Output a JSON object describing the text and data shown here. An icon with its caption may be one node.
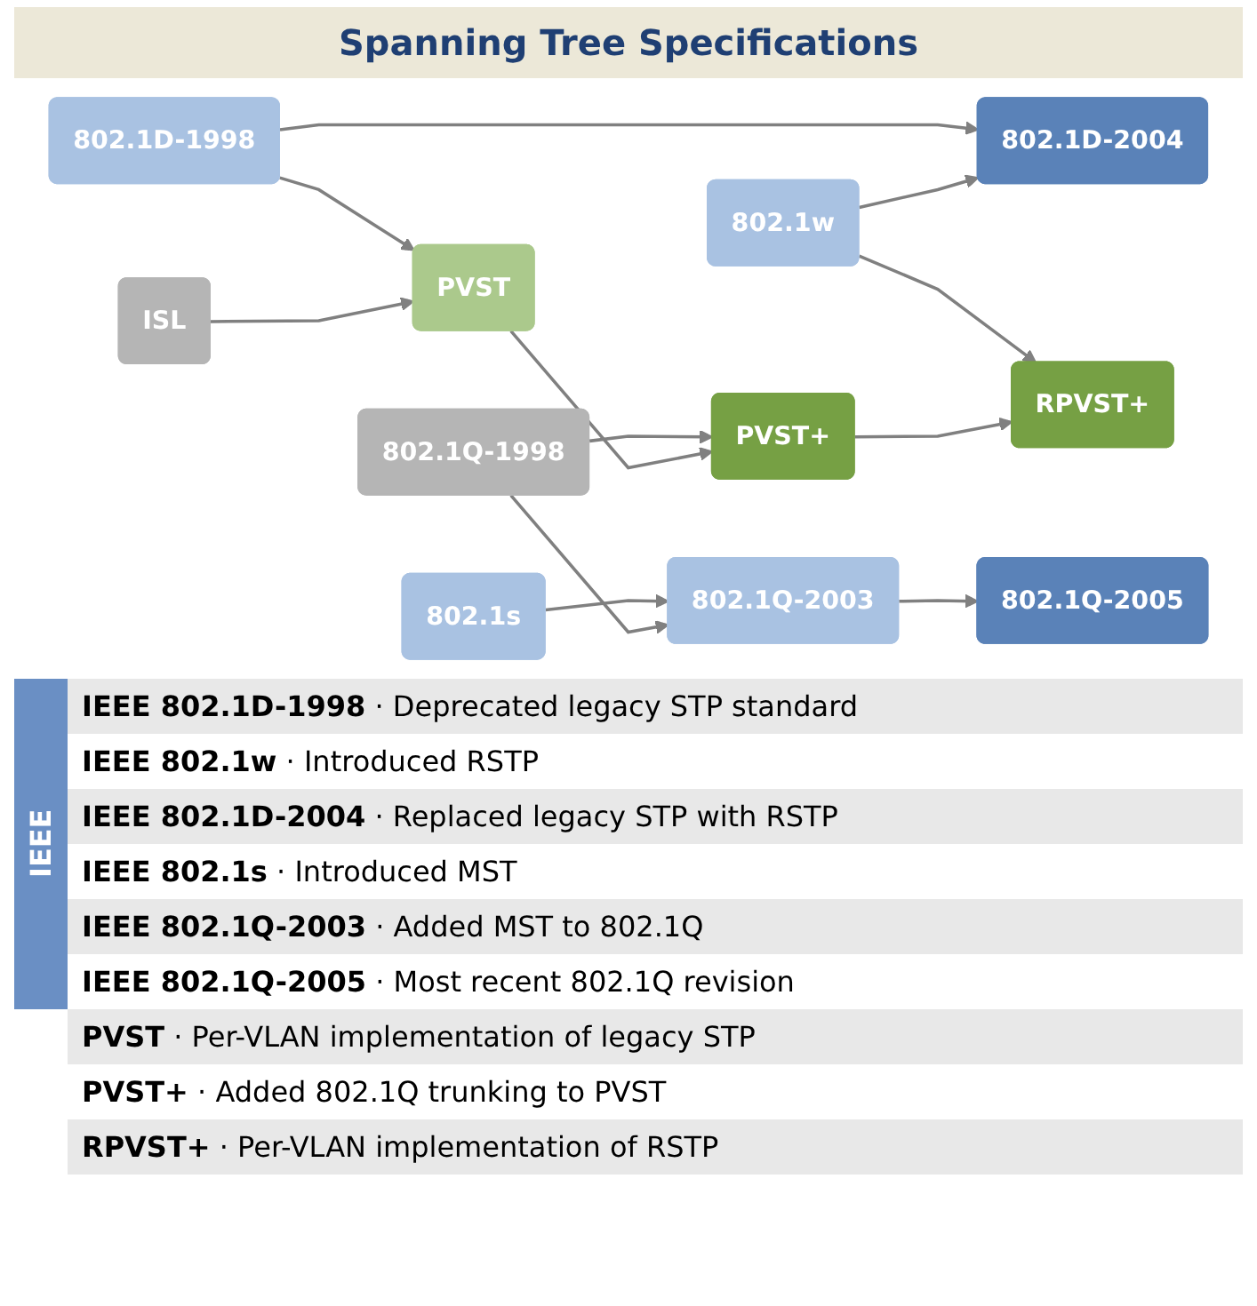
{
  "diagram": {
    "title": "Spanning Tree Specifications",
    "nodes": [
      {
        "text": [
          "802.1s"
        ]
      },
      {
        "text": [
          "802.1Q-2003"
        ]
      },
      {
        "text": [
          "802.1Q-2005"
        ]
      },
      {
        "text": [
          "802.1D-1998"
        ]
      },
      {
        "text": [
          "802.1D-2004"
        ]
      },
      {
        "text": [
          "802.1Q-1998"
        ]
      },
      {
        "text": [
          "802.1w"
        ]
      },
      {
        "text": [
          "ISL"
        ]
      },
      {
        "text": [
          "PVST"
        ]
      },
      {
        "text": [
          "PVST+"
        ]
      },
      {
        "text": [
          "RPVST+"
        ]
      }
    ],
    "edges": [
      {
        "from": 0,
        "to": 1,
        "arrow": "to"
      },
      {
        "from": 5,
        "to": 1,
        "arrow": "to"
      },
      {
        "from": 1,
        "to": 2,
        "arrow": "to"
      },
      {
        "from": 3,
        "to": 4,
        "arrow": "to"
      },
      {
        "from": 6,
        "to": 4,
        "arrow": "to"
      },
      {
        "from": 3,
        "to": 8,
        "arrow": "to"
      },
      {
        "from": 5,
        "to": 9,
        "arrow": "to"
      },
      {
        "from": 6,
        "to": 10,
        "arrow": "to"
      },
      {
        "from": 7,
        "to": 8,
        "arrow": "to"
      },
      {
        "from": 8,
        "to": 9,
        "arrow": "to"
      },
      {
        "from": 9,
        "to": 10,
        "arrow": "to"
      }
    ],
    "labels": [
      "IEEE",
      "**IEEE 802.1D-1998** · Deprecated legacy STP standard",
      "**IEEE 802.1w** · Introduced RSTP",
      "**IEEE 802.1D-2004** · Replaced legacy STP with RSTP",
      "**IEEE 802.1s** · Introduced MST",
      "**IEEE 802.1Q-2003** · Added MST to 802.1Q",
      "**IEEE 802.1Q-2005** · Most recent 802.1Q revision",
      "**PVST** · Per-VLAN implementation of legacy STP",
      "**PVST+** · Added 802.1Q trunking to PVST",
      "**RPVST+** · Per-VLAN implementation of RSTP"
    ]
  }
}
